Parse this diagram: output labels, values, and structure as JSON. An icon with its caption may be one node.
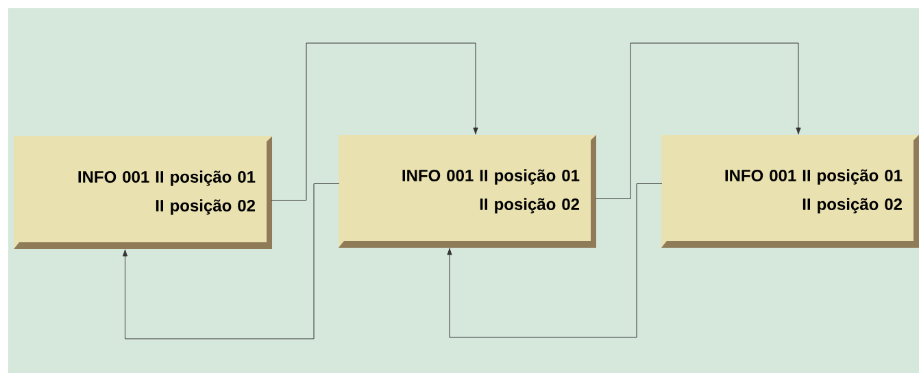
{
  "diagram": {
    "nodes": [
      {
        "text": [
          "INFO 001 II posição 01",
          "II posição 02"
        ]
      },
      {
        "text": [
          "INFO 001 II posição 01",
          "II posição 02"
        ]
      },
      {
        "text": [
          "INFO 001 II posição 01",
          "II posição 02"
        ]
      }
    ],
    "edges": [
      {
        "from": 0,
        "to": 1,
        "arrow": "to"
      },
      {
        "from": 1,
        "to": 0,
        "arrow": "to"
      },
      {
        "from": 1,
        "to": 2,
        "arrow": "to"
      },
      {
        "from": 2,
        "to": 1,
        "arrow": "to"
      }
    ]
  }
}
